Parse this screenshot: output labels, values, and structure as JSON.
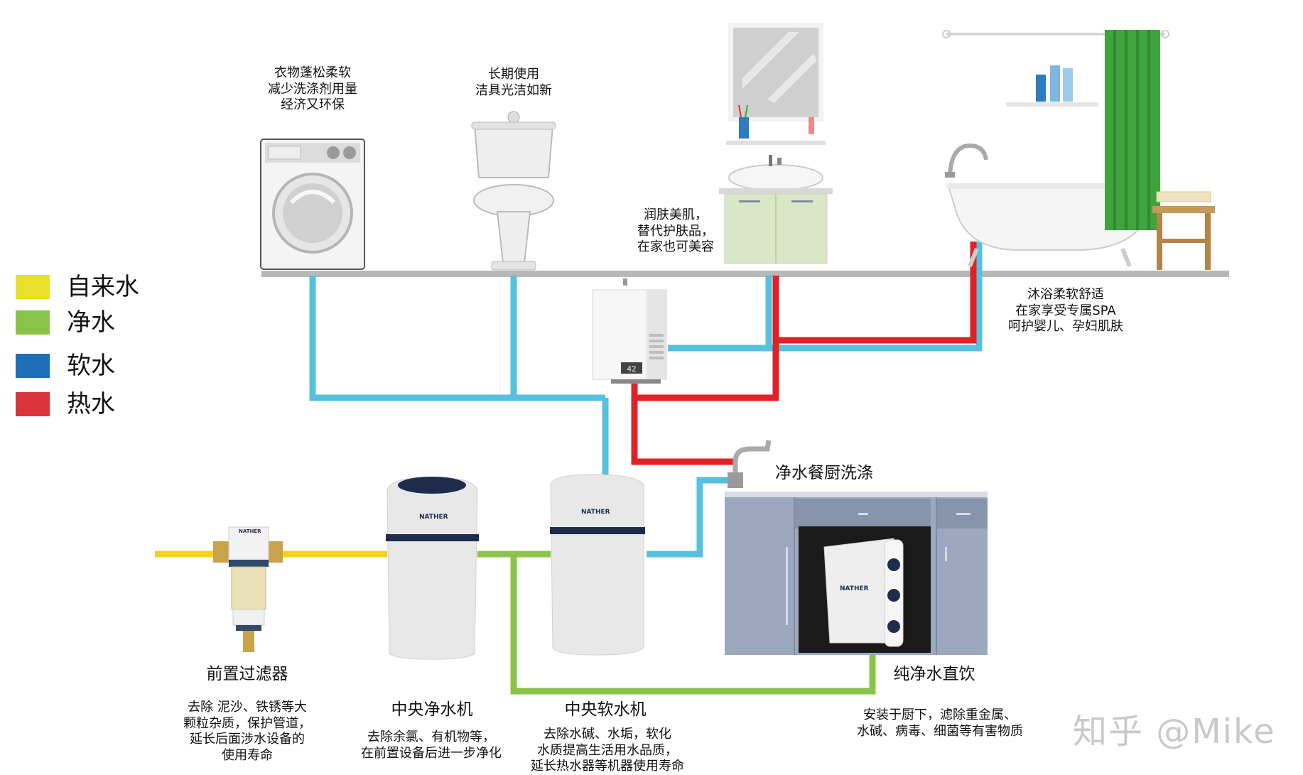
{
  "legend": [
    {
      "label": "自来水",
      "color": "#e8e02a"
    },
    {
      "label": "净水",
      "color": "#8bc34a"
    },
    {
      "label": "软水",
      "color": "#1e6fb8"
    },
    {
      "label": "热水",
      "color": "#d9343b"
    }
  ],
  "pipe_colors": {
    "tap": "#f5d21c",
    "pure": "#8bc34a",
    "soft": "#56c0de",
    "hot": "#e02128",
    "floor": "#b8b8b8"
  },
  "annotations": {
    "washer": [
      "衣物蓬松柔软",
      "减少洗涤剂用量",
      "经济又环保"
    ],
    "toilet": [
      "长期使用",
      "洁具光洁如新"
    ],
    "sink": [
      "润肤美肌，",
      "替代护肤品，",
      "在家也可美容"
    ],
    "bath": [
      "沐浴柔软舒适",
      "在家享受专属SPA",
      "呵护婴儿、孕妇肌肤"
    ]
  },
  "heater_display": "42",
  "devices": {
    "prefilter": {
      "title": "前置过滤器",
      "desc": [
        "去除 泥沙、铁锈等大",
        "颗粒杂质，保护管道，",
        "延长后面涉水设备的",
        "使用寿命"
      ]
    },
    "purifier": {
      "title": "中央净水机",
      "desc": [
        "去除余氯、有机物等，",
        "在前置设备后进一步净化"
      ]
    },
    "softener": {
      "title": "中央软水机",
      "desc": [
        "去除水碱、水垢，软化",
        "水质提高生活用水品质，",
        "延长热水器等机器使用寿命"
      ]
    },
    "kitchen": {
      "title": "净水餐厨洗涤"
    },
    "ro": {
      "title": "纯净水直饮",
      "desc": [
        "安装于厨下，滤除重金属、",
        "水碱、病毒、细菌等有害物质"
      ]
    }
  },
  "brand": "NATHER",
  "watermark": "知乎 @Mike"
}
